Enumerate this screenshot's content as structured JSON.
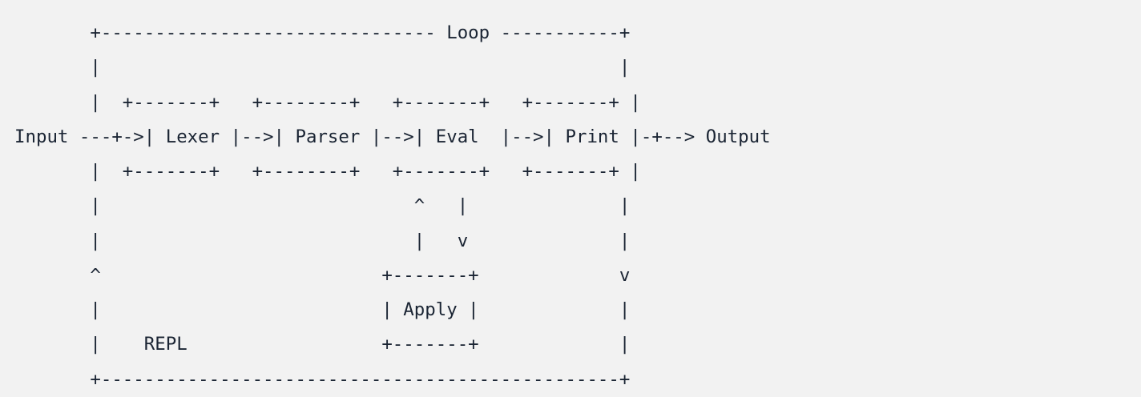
{
  "diagram": {
    "lines": [
      "       +------------------------------- Loop -----------+",
      "       |                                                |",
      "       |  +-------+   +--------+   +-------+   +-------+ |",
      "Input ---+->| Lexer |-->| Parser |-->| Eval  |-->| Print |-+--> Output",
      "       |  +-------+   +--------+   +-------+   +-------+ |",
      "       |                             ^   |              |",
      "       |                             |   v              |",
      "       ^                          +-------+             v",
      "       |                          | Apply |             |",
      "       |    REPL                  +-------+             |",
      "       +------------------------------------------------+"
    ]
  }
}
